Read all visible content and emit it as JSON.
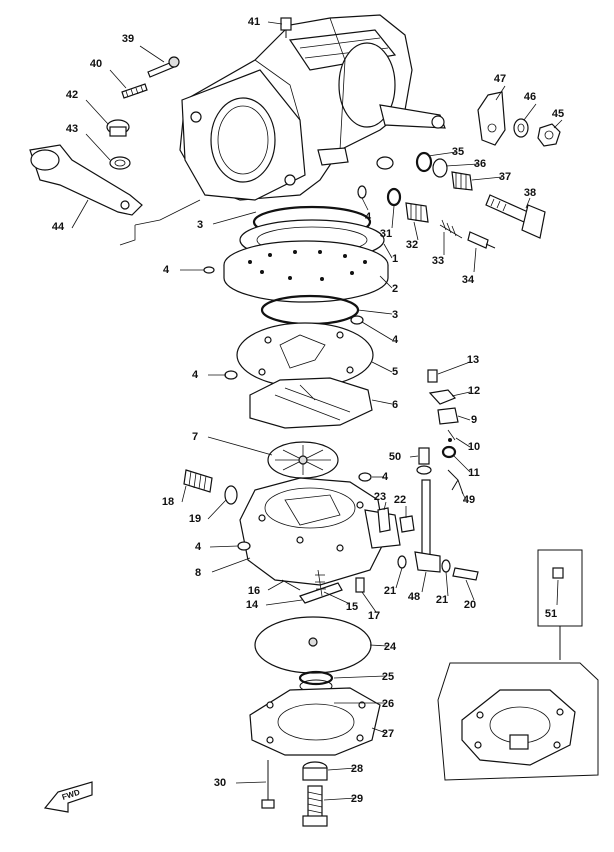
{
  "callouts": [
    "1",
    "2",
    "3",
    "4",
    "5",
    "6",
    "7",
    "8",
    "9",
    "10",
    "11",
    "12",
    "13",
    "14",
    "15",
    "16",
    "17",
    "18",
    "19",
    "20",
    "21",
    "22",
    "23",
    "24",
    "25",
    "26",
    "27",
    "28",
    "29",
    "30",
    "31",
    "32",
    "33",
    "34",
    "35",
    "36",
    "37",
    "38",
    "39",
    "40",
    "41",
    "42",
    "43",
    "44",
    "45",
    "46",
    "47",
    "48",
    "49",
    "50",
    "51"
  ],
  "badge": {
    "fwd": "FWD"
  },
  "colors": {
    "ink": "#111111",
    "paper": "#ffffff"
  }
}
